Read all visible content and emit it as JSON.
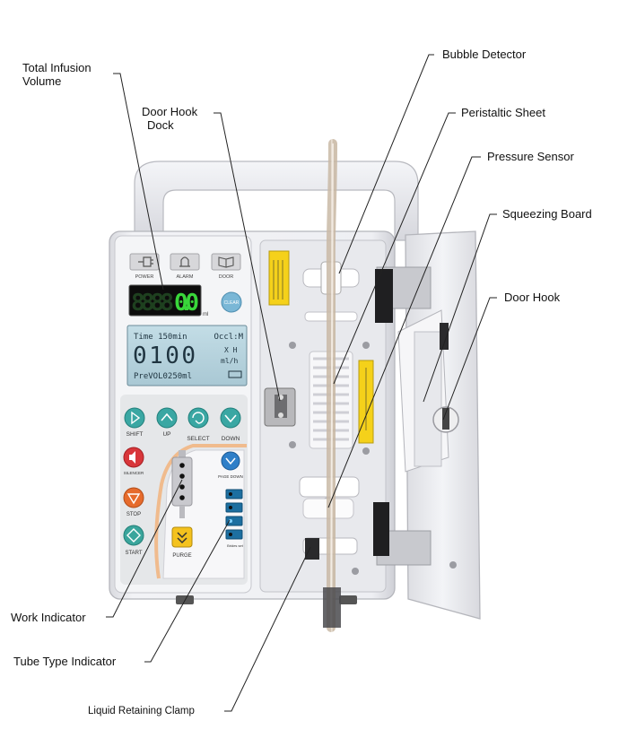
{
  "callouts": {
    "total_infusion_volume_line1": "Total Infusion",
    "total_infusion_volume_line2": "Volume",
    "door_hook_dock_line1": "Door Hook",
    "door_hook_dock_line2": "Dock",
    "bubble_detector": "Bubble Detector",
    "peristaltic_sheet": "Peristaltic Sheet",
    "pressure_sensor": "Pressure Sensor",
    "squeezing_board": "Squeezing Board",
    "door_hook": "Door Hook",
    "work_indicator": "Work Indicator",
    "tube_type_indicator": "Tube Type Indicator",
    "liquid_retaining_clamp": "Liquid Retaining Clamp"
  },
  "panel": {
    "power_label": "POWER",
    "alarm_label": "ALARM",
    "door_label": "DOOR",
    "volume_display_dim": "8888",
    "volume_display": "0.0",
    "volume_unit": "ml",
    "clear_label": "CLEAR",
    "lcd_line1_left": "Time 150min",
    "lcd_line1_right": "Occl:M",
    "lcd_big_value": "0100",
    "lcd_unit_top": "X H",
    "lcd_unit_bottom": "ml/h",
    "lcd_line3": "PreVOL0250ml",
    "shift_label": "SHIFT",
    "up_label": "UP",
    "select_label": "SELECT",
    "down_label": "DOWN",
    "silencer_label": "SILENCER",
    "stop_label": "STOP",
    "start_label": "START",
    "purge_label": "PURGE",
    "page_down_label": "PAGE DOWN",
    "tube_type_caption": "Brides set"
  },
  "colors": {
    "device_body": "#ecedf1",
    "lcd_background": "#b7d3de",
    "segment_green": "#39d63a",
    "nav_button_teal": "#3aa7a3",
    "silencer_red": "#d8363a",
    "stop_orange": "#e66b2c",
    "start_teal": "#3aa59c",
    "purge_yellow": "#f4c21e",
    "page_down_blue": "#2f7fc8",
    "tube_indicator_blue": "#1d6fa0",
    "label_yellow": "#f5d11a"
  }
}
